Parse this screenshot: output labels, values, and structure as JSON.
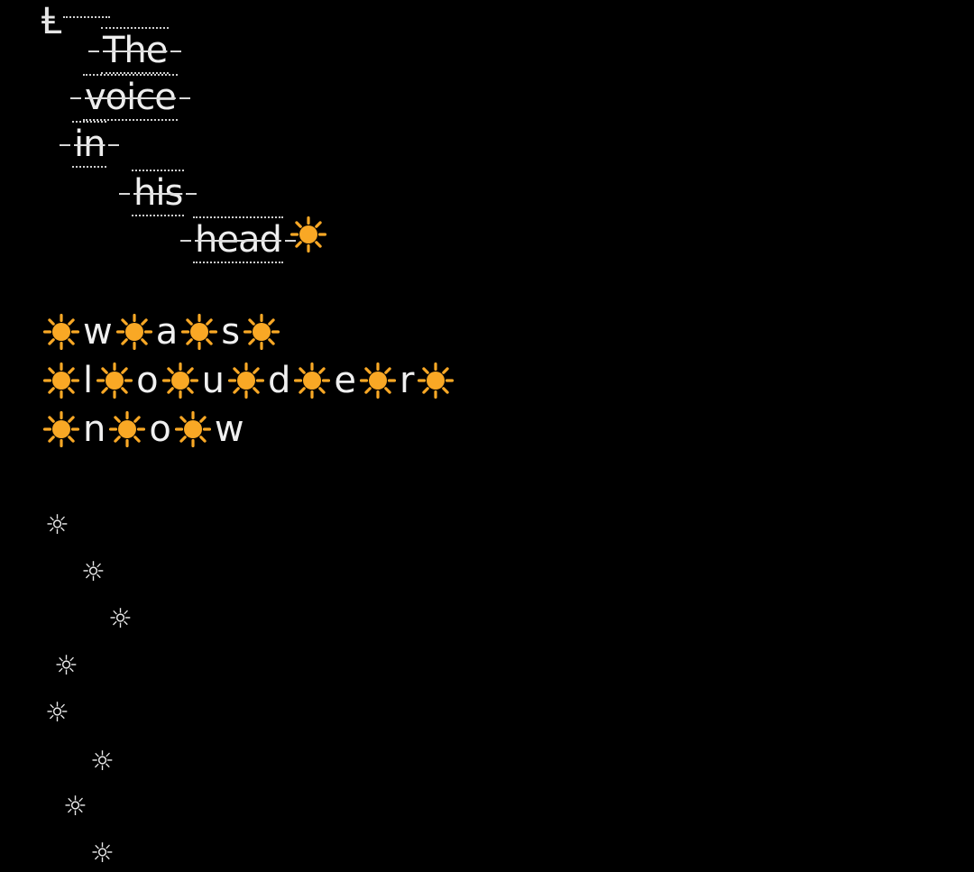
{
  "poem": {
    "cursor_glyph": "Ⱡ",
    "words": [
      "The",
      "voice",
      "in",
      "his",
      "head"
    ],
    "line2_chars": [
      "w",
      "a",
      "s"
    ],
    "line3_chars": [
      "l",
      "o",
      "u",
      "d",
      "e",
      "r"
    ],
    "line4_chars": [
      "n",
      "o",
      "w"
    ],
    "small_sun_glyph": "☼"
  },
  "icons": {
    "sun": "sun-emoji-icon",
    "small_sun": "sun-outline-icon"
  },
  "colors": {
    "background": "#000000",
    "text": "#f0f0f0",
    "sun_fill": "#F9A825",
    "sun_rays": "#F9A825"
  }
}
